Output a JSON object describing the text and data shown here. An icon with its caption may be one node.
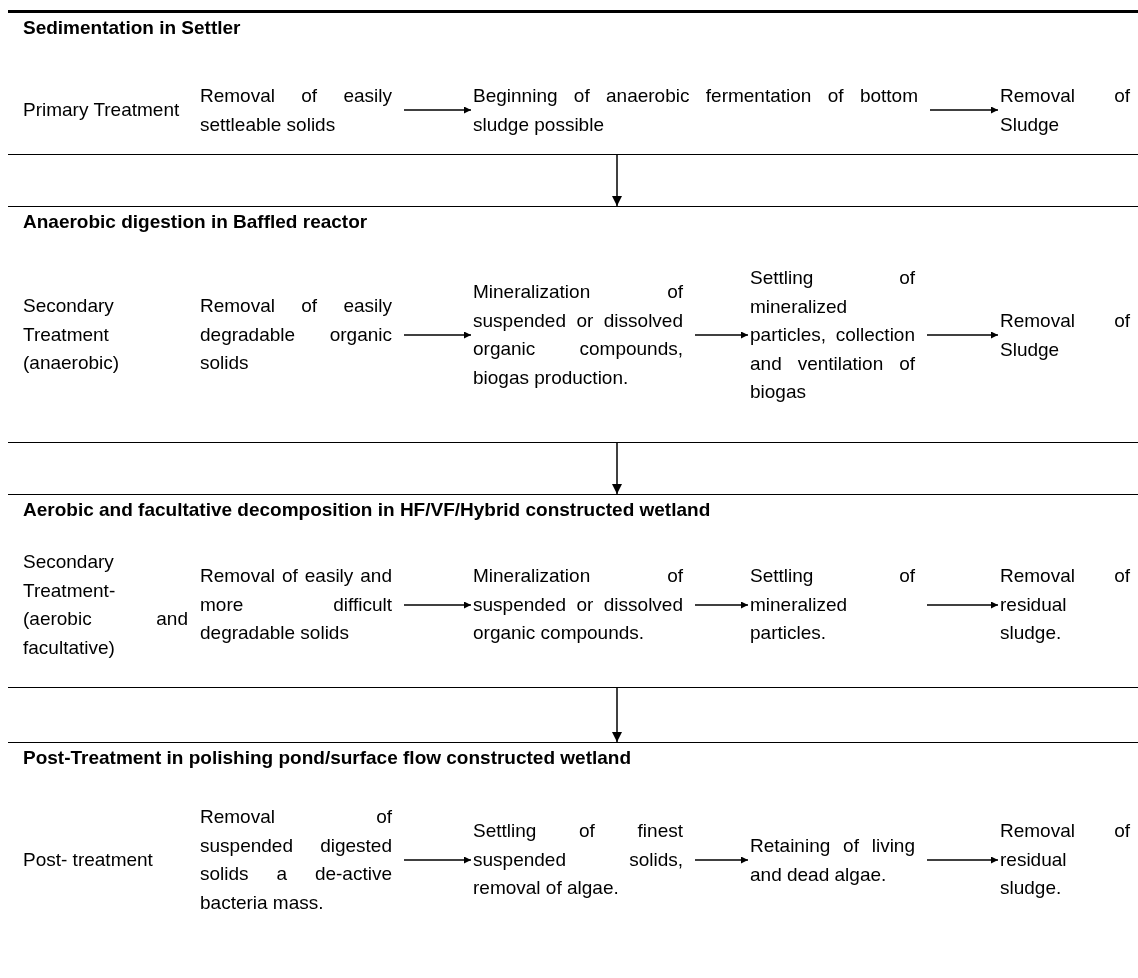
{
  "diagram": {
    "nodes": [
      {
        "text": [
          "Sedimentation in Settler"
        ]
      },
      {
        "text": [
          "Primary Treatment"
        ],
        "in": 0
      },
      {
        "text": [
          "Removal of easily settleable solids"
        ],
        "in": 0
      },
      {
        "text": [
          "Beginning of anaerobic fermentation of bottom sludge possible"
        ],
        "in": 0
      },
      {
        "text": [
          "Removal of Sludge"
        ],
        "in": 0
      },
      {
        "text": [
          "Anaerobic digestion in Baffled reactor"
        ]
      },
      {
        "text": [
          "Secondary Treatment (anaerobic)"
        ],
        "in": 5
      },
      {
        "text": [
          "Removal of easily degradable organic solids"
        ],
        "in": 5
      },
      {
        "text": [
          "Mineralization of suspended or dissolved organic compounds, biogas production."
        ],
        "in": 5
      },
      {
        "text": [
          "Settling of mineralized particles, collection and ventilation of biogas"
        ],
        "in": 5
      },
      {
        "text": [
          "Removal of Sludge"
        ],
        "in": 5
      },
      {
        "text": [
          "Aerobic and facultative decomposition in HF/VF/Hybrid constructed wetland"
        ]
      },
      {
        "text": [
          "Secondary Treatment- (aerobic and facultative)"
        ],
        "in": 11
      },
      {
        "text": [
          "Removal of easily and more difficult degradable solids"
        ],
        "in": 11
      },
      {
        "text": [
          "Mineralization of suspended or dissolved organic compounds."
        ],
        "in": 11
      },
      {
        "text": [
          "Settling of mineralized particles."
        ],
        "in": 11
      },
      {
        "text": [
          "Removal of residual sludge."
        ],
        "in": 11
      },
      {
        "text": [
          "Post-Treatment in polishing pond/surface flow constructed wetland"
        ]
      },
      {
        "text": [
          "Post- treatment"
        ],
        "in": 17
      },
      {
        "text": [
          "Removal of suspended digested solids a de-active bacteria mass."
        ],
        "in": 17
      },
      {
        "text": [
          "Settling of finest suspended solids, removal of algae."
        ],
        "in": 17
      },
      {
        "text": [
          "Retaining of living and dead algae."
        ],
        "in": 17
      },
      {
        "text": [
          "Removal of residual sludge."
        ],
        "in": 17
      }
    ],
    "edges": [
      {
        "from": 2,
        "to": 3,
        "arrow": "to"
      },
      {
        "from": 3,
        "to": 4,
        "arrow": "to"
      },
      {
        "from": 7,
        "to": 8,
        "arrow": "to"
      },
      {
        "from": 8,
        "to": 9,
        "arrow": "to"
      },
      {
        "from": 9,
        "to": 10,
        "arrow": "to"
      },
      {
        "from": 13,
        "to": 14,
        "arrow": "to"
      },
      {
        "from": 14,
        "to": 15,
        "arrow": "to"
      },
      {
        "from": 15,
        "to": 16,
        "arrow": "to"
      },
      {
        "from": 19,
        "to": 20,
        "arrow": "to"
      },
      {
        "from": 20,
        "to": 21,
        "arrow": "to"
      },
      {
        "from": 21,
        "to": 22,
        "arrow": "to"
      },
      {
        "from": 0,
        "to": 5,
        "arrow": "to"
      },
      {
        "from": 5,
        "to": 11,
        "arrow": "to"
      },
      {
        "from": 11,
        "to": 17,
        "arrow": "to"
      }
    ]
  }
}
